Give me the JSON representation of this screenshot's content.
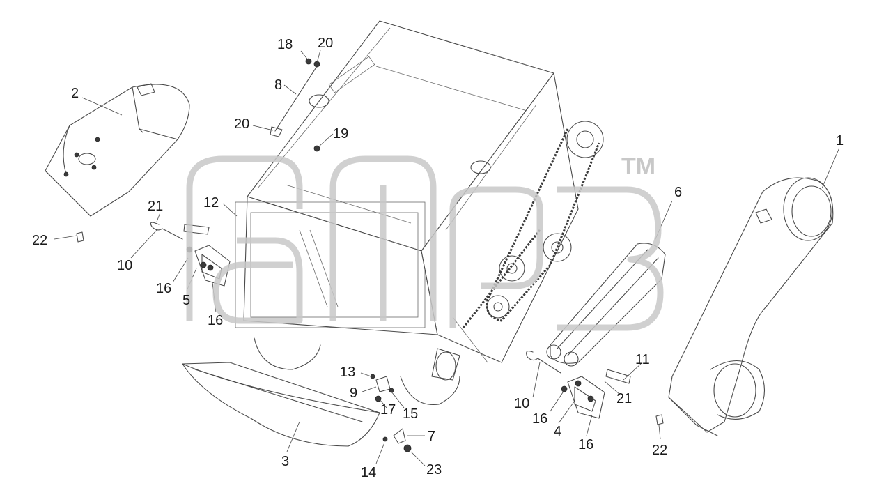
{
  "watermark": {
    "mark": "TM"
  },
  "callouts": {
    "c1": "1",
    "c2": "2",
    "c3": "3",
    "c4": "4",
    "c5": "5",
    "c6": "6",
    "c7": "7",
    "c8": "8",
    "c9": "9",
    "c10a": "10",
    "c10b": "10",
    "c11": "11",
    "c12": "12",
    "c13": "13",
    "c14": "14",
    "c15": "15",
    "c16a": "16",
    "c16b": "16",
    "c16c": "16",
    "c16d": "16",
    "c17": "17",
    "c18": "18",
    "c19": "19",
    "c20a": "20",
    "c20b": "20",
    "c21a": "21",
    "c21b": "21",
    "c22a": "22",
    "c22b": "22",
    "c23": "23"
  }
}
